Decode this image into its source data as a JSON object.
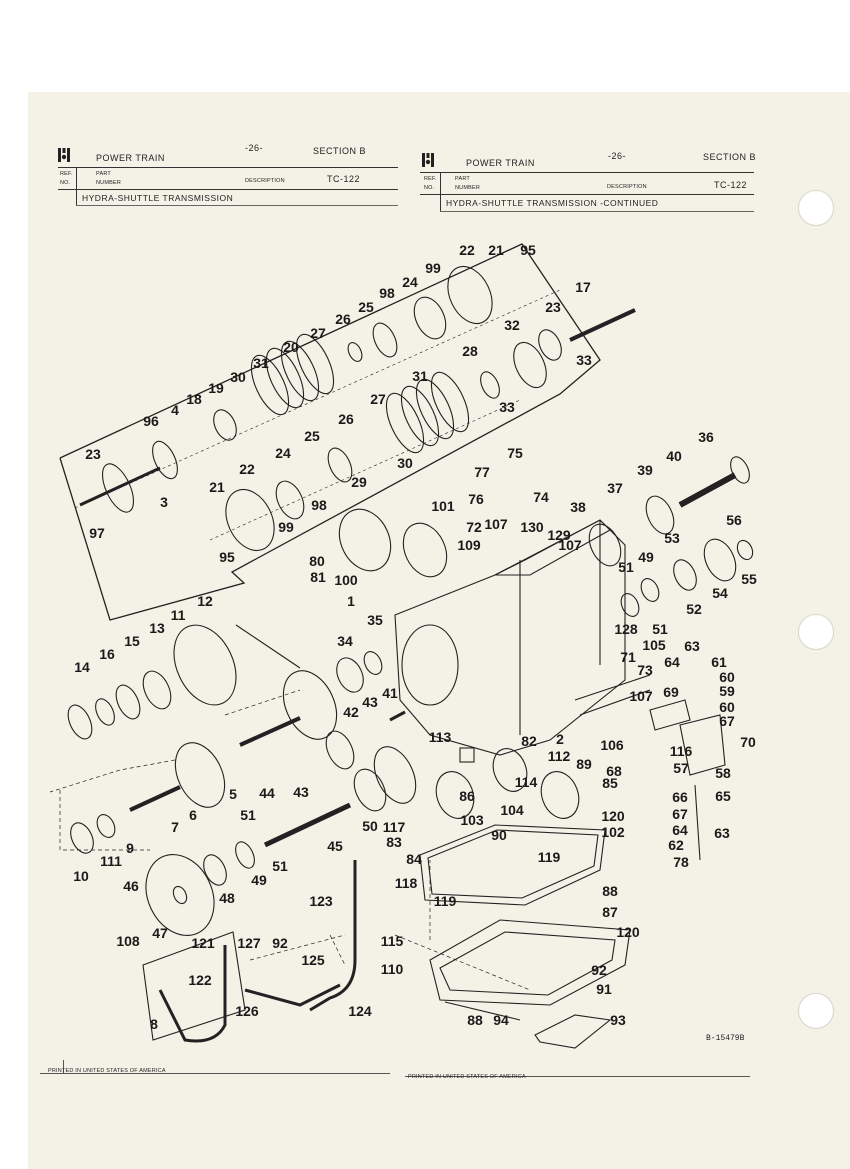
{
  "left_header": {
    "title": "POWER TRAIN",
    "page": "-26-",
    "section": "SECTION  B",
    "ref_no_label_1": "REF.",
    "ref_no_label_2": "NO.",
    "part_label_1": "PART",
    "part_label_2": "NUMBER",
    "description_label": "DESCRIPTION",
    "code": "TC-122",
    "subtitle": "HYDRA-SHUTTLE TRANSMISSION"
  },
  "right_header": {
    "title": "POWER TRAIN",
    "page": "-26-",
    "section": "SECTION  B",
    "ref_no_label_1": "REF.",
    "ref_no_label_2": "NO.",
    "part_label_1": "PART",
    "part_label_2": "NUMBER",
    "description_label": "DESCRIPTION",
    "code": "TC-122",
    "subtitle": "HYDRA-SHUTTLE TRANSMISSION  -CONTINUED"
  },
  "footer": {
    "left": "PRINTED IN UNITED STATES OF AMERICA",
    "right": "PRINTED IN UNITED STATES OF AMERICA",
    "figure_number": "B-15479B"
  },
  "callouts": [
    "22",
    "21",
    "95",
    "99",
    "24",
    "98",
    "25",
    "26",
    "27",
    "20",
    "31",
    "30",
    "19",
    "18",
    "4",
    "96",
    "23",
    "3",
    "97",
    "17",
    "23",
    "32",
    "33",
    "28",
    "33",
    "31",
    "27",
    "26",
    "25",
    "24",
    "22",
    "21",
    "29",
    "30",
    "98",
    "99",
    "95",
    "75",
    "77",
    "74",
    "76",
    "72",
    "107",
    "130",
    "38",
    "129",
    "107",
    "101",
    "109",
    "80",
    "81",
    "100",
    "1",
    "36",
    "39",
    "40",
    "37",
    "56",
    "53",
    "49",
    "51",
    "55",
    "54",
    "52",
    "51",
    "128",
    "35",
    "34",
    "12",
    "11",
    "13",
    "15",
    "16",
    "14",
    "41",
    "43",
    "42",
    "44",
    "43",
    "5",
    "6",
    "7",
    "9",
    "10",
    "111",
    "63",
    "64",
    "61",
    "60",
    "59",
    "60",
    "67",
    "69",
    "116",
    "105",
    "71",
    "73",
    "107",
    "106",
    "68",
    "57",
    "70",
    "58",
    "65",
    "66",
    "67",
    "64",
    "62",
    "63",
    "78",
    "2",
    "82",
    "113",
    "112",
    "114",
    "86",
    "104",
    "89",
    "85",
    "120",
    "102",
    "103",
    "90",
    "119",
    "84",
    "117",
    "83",
    "118",
    "50",
    "45",
    "51",
    "51",
    "49",
    "48",
    "46",
    "47",
    "108",
    "123",
    "119",
    "88",
    "87",
    "120",
    "92",
    "91",
    "115",
    "110",
    "88",
    "94",
    "93",
    "121",
    "122",
    "127",
    "92",
    "125",
    "124",
    "126",
    "8"
  ]
}
